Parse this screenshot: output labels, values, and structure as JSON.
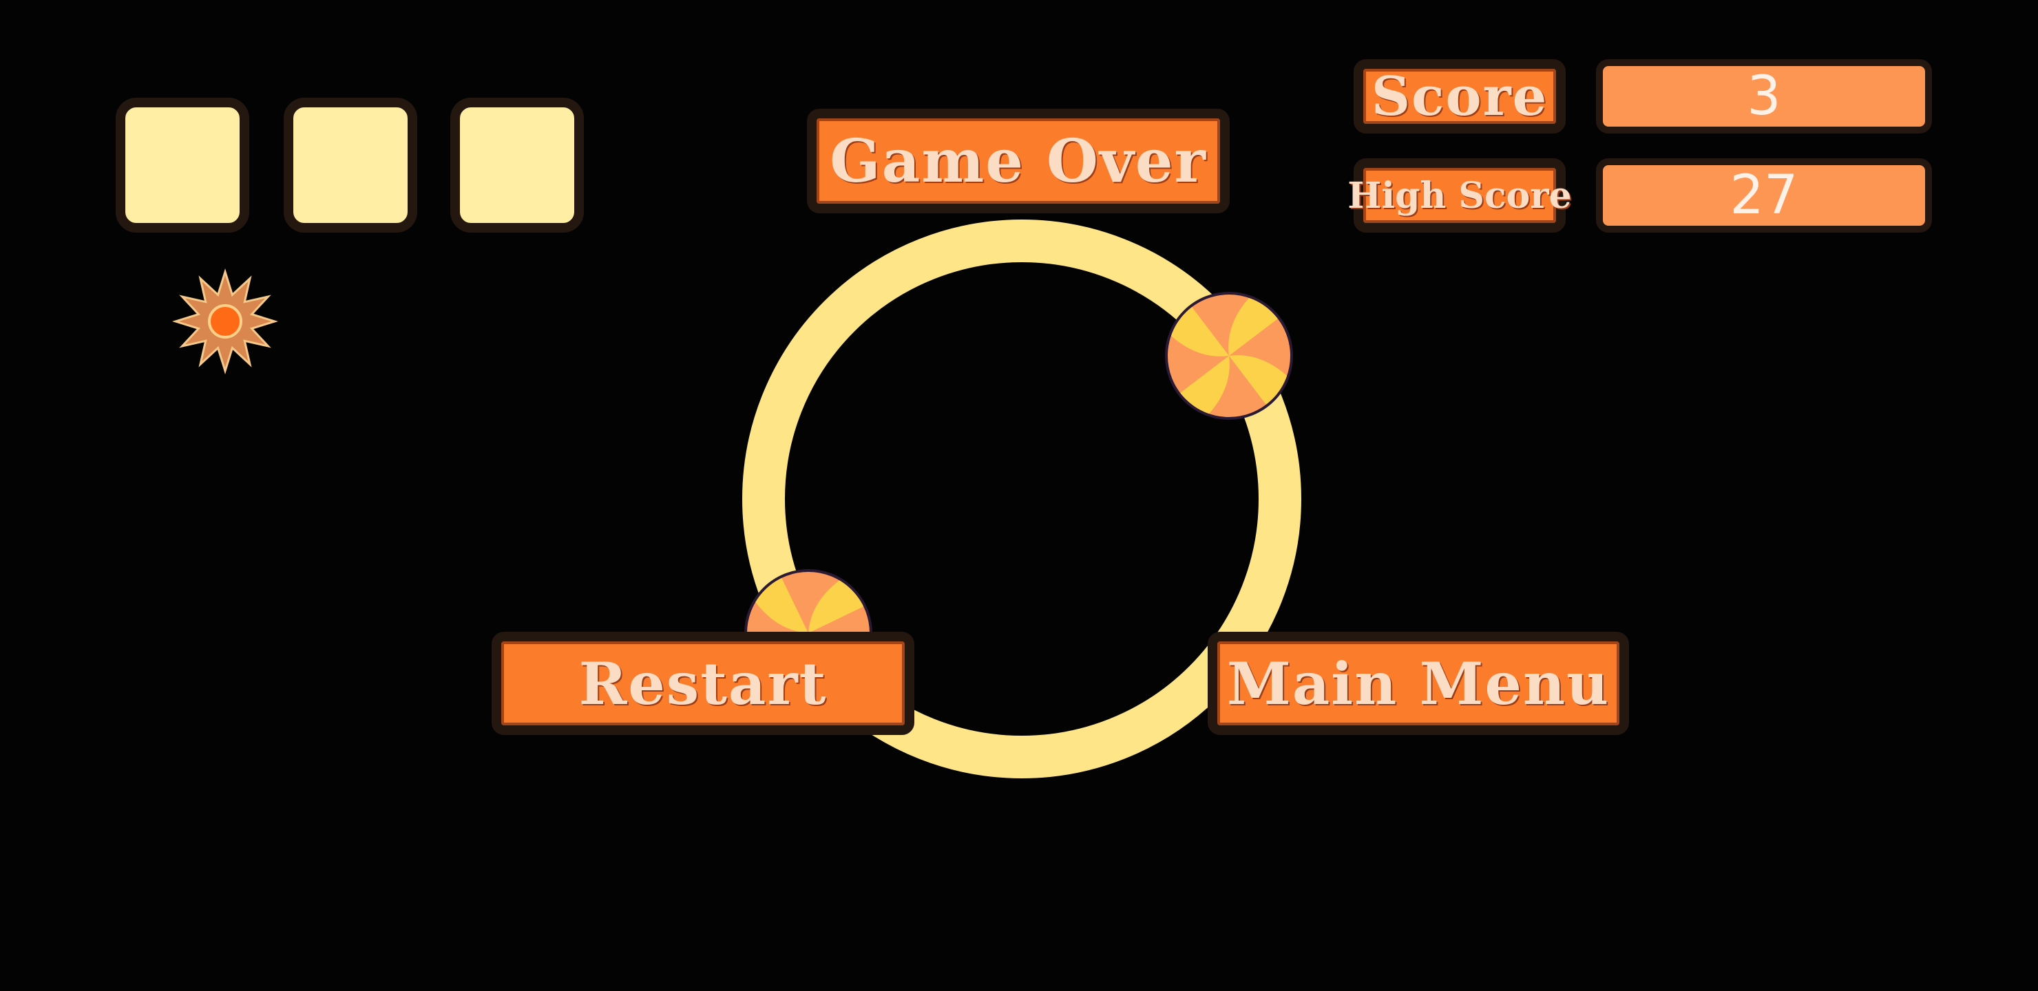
{
  "game": {
    "title_label": "Game Over",
    "score_label": "Score",
    "score_value": "3",
    "high_score_label": "High Score",
    "high_score_value": "27",
    "restart_label": "Restart",
    "main_menu_label": "Main Menu"
  },
  "slots": [
    "empty",
    "empty",
    "empty"
  ],
  "icons": {
    "settings": "sun-gear-icon",
    "ball": "candy-ball-icon"
  },
  "colors": {
    "background": "#040303",
    "panel_orange": "#fb7c2a",
    "value_orange": "#fd9553",
    "label_text": "#fbdcc4",
    "slot_fill": "#ffeea4",
    "ring": "#fde588",
    "frame": "#241710"
  }
}
